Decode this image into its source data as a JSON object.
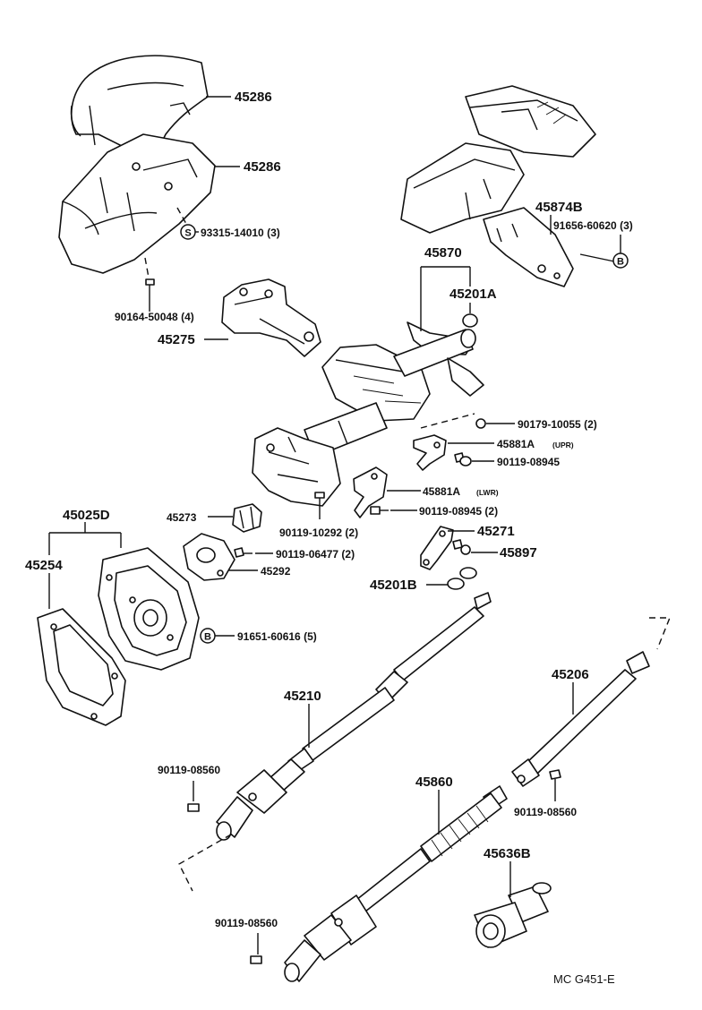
{
  "labels": {
    "p45286_upper": "45286",
    "p45286_lower": "45286",
    "p93315": "93315-14010 (3)",
    "p90164": "90164-50048 (4)",
    "p45275": "45275",
    "p45870": "45870",
    "p45201A": "45201A",
    "p45874B": "45874B",
    "p91656": "91656-60620 (3)",
    "p90179": "90179-10055 (2)",
    "p45881A_upr": "45881A",
    "upr": "(UPR)",
    "p90119_08945_a": "90119-08945",
    "p45881A_lwr": "45881A",
    "lwr": "(LWR)",
    "p90119_08945_b": "90119-08945 (2)",
    "p45273": "45273",
    "p90119_10292": "90119-10292 (2)",
    "p45025D": "45025D",
    "p45254": "45254",
    "p90119_06477": "90119-06477 (2)",
    "p45292": "45292",
    "p45271": "45271",
    "p45897": "45897",
    "p45201B": "45201B",
    "p91651": "91651-60616 (5)",
    "p45210": "45210",
    "p45206": "45206",
    "p90119_08560_a": "90119-08560",
    "p90119_08560_b": "90119-08560",
    "p45860": "45860",
    "p45636B": "45636B",
    "p90119_08560_c": "90119-08560",
    "code": "MC  G451-E"
  },
  "circle_marks": {
    "s": "S",
    "b1": "B",
    "b2": "B"
  }
}
